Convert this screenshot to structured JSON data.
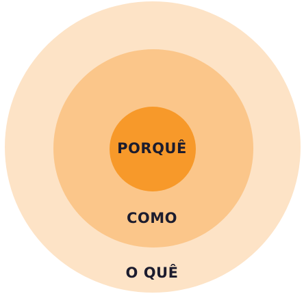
{
  "diagram": {
    "type": "concentric-circles",
    "colors": {
      "outer": "#fde3c6",
      "middle": "#fbc68a",
      "inner": "#f7992a",
      "text": "#1c1c2e"
    },
    "rings": {
      "inner": {
        "label": "PORQUÊ"
      },
      "middle": {
        "label": "COMO"
      },
      "outer": {
        "label": "O QUÊ"
      }
    }
  }
}
